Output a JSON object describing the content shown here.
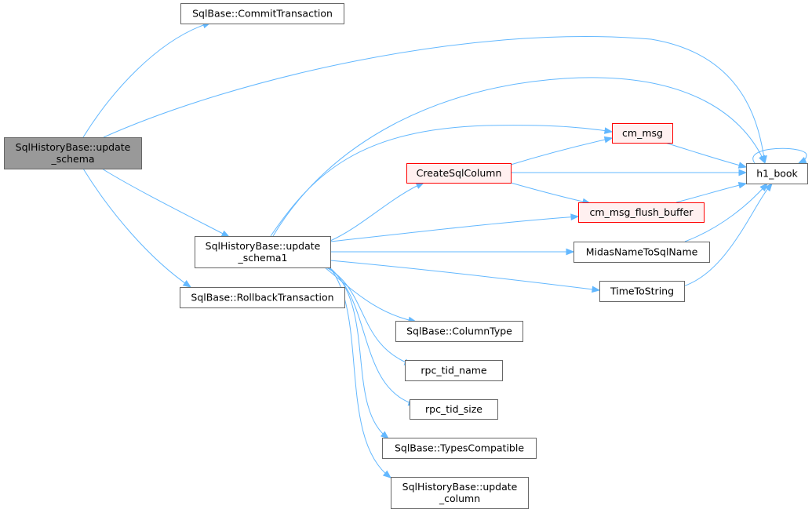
{
  "graph": {
    "colors": {
      "root_fill": "#999999",
      "root_stroke": "#666666",
      "node_fill": "#ffffff",
      "node_stroke": "#666666",
      "truncated_fill": "#fff0f0",
      "truncated_stroke": "#ff0000",
      "edge": "#63b8ff"
    },
    "nodes": [
      {
        "id": "update_schema",
        "lines": [
          "SqlHistoryBase::update",
          "_schema"
        ],
        "style": "root"
      },
      {
        "id": "commit",
        "lines": [
          "SqlBase::CommitTransaction"
        ],
        "style": "normal"
      },
      {
        "id": "update_schema1",
        "lines": [
          "SqlHistoryBase::update",
          "_schema1"
        ],
        "style": "normal"
      },
      {
        "id": "rollback",
        "lines": [
          "SqlBase::RollbackTransaction"
        ],
        "style": "normal"
      },
      {
        "id": "create_sql_column",
        "lines": [
          "CreateSqlColumn"
        ],
        "style": "truncated"
      },
      {
        "id": "cm_msg",
        "lines": [
          "cm_msg"
        ],
        "style": "truncated"
      },
      {
        "id": "cm_msg_flush_buffer",
        "lines": [
          "cm_msg_flush_buffer"
        ],
        "style": "truncated"
      },
      {
        "id": "midas_name",
        "lines": [
          "MidasNameToSqlName"
        ],
        "style": "normal"
      },
      {
        "id": "time_to_string",
        "lines": [
          "TimeToString"
        ],
        "style": "normal"
      },
      {
        "id": "column_type",
        "lines": [
          "SqlBase::ColumnType"
        ],
        "style": "normal"
      },
      {
        "id": "rpc_tid_name",
        "lines": [
          "rpc_tid_name"
        ],
        "style": "normal"
      },
      {
        "id": "rpc_tid_size",
        "lines": [
          "rpc_tid_size"
        ],
        "style": "normal"
      },
      {
        "id": "types_compatible",
        "lines": [
          "SqlBase::TypesCompatible"
        ],
        "style": "normal"
      },
      {
        "id": "update_column",
        "lines": [
          "SqlHistoryBase::update",
          "_column"
        ],
        "style": "normal"
      },
      {
        "id": "h1_book",
        "lines": [
          "h1_book"
        ],
        "style": "normal"
      }
    ],
    "edges": [
      {
        "from": "update_schema",
        "to": "commit"
      },
      {
        "from": "update_schema",
        "to": "h1_book"
      },
      {
        "from": "update_schema",
        "to": "update_schema1"
      },
      {
        "from": "update_schema",
        "to": "rollback"
      },
      {
        "from": "update_schema1",
        "to": "h1_book"
      },
      {
        "from": "update_schema1",
        "to": "cm_msg"
      },
      {
        "from": "update_schema1",
        "to": "create_sql_column"
      },
      {
        "from": "update_schema1",
        "to": "cm_msg_flush_buffer"
      },
      {
        "from": "update_schema1",
        "to": "midas_name"
      },
      {
        "from": "update_schema1",
        "to": "time_to_string"
      },
      {
        "from": "update_schema1",
        "to": "column_type"
      },
      {
        "from": "update_schema1",
        "to": "rpc_tid_name"
      },
      {
        "from": "update_schema1",
        "to": "rpc_tid_size"
      },
      {
        "from": "update_schema1",
        "to": "types_compatible"
      },
      {
        "from": "update_schema1",
        "to": "update_column"
      },
      {
        "from": "create_sql_column",
        "to": "cm_msg"
      },
      {
        "from": "create_sql_column",
        "to": "h1_book"
      },
      {
        "from": "create_sql_column",
        "to": "cm_msg_flush_buffer"
      },
      {
        "from": "cm_msg",
        "to": "h1_book"
      },
      {
        "from": "cm_msg_flush_buffer",
        "to": "h1_book"
      },
      {
        "from": "midas_name",
        "to": "h1_book"
      },
      {
        "from": "time_to_string",
        "to": "h1_book"
      },
      {
        "from": "h1_book",
        "to": "h1_book"
      }
    ]
  }
}
